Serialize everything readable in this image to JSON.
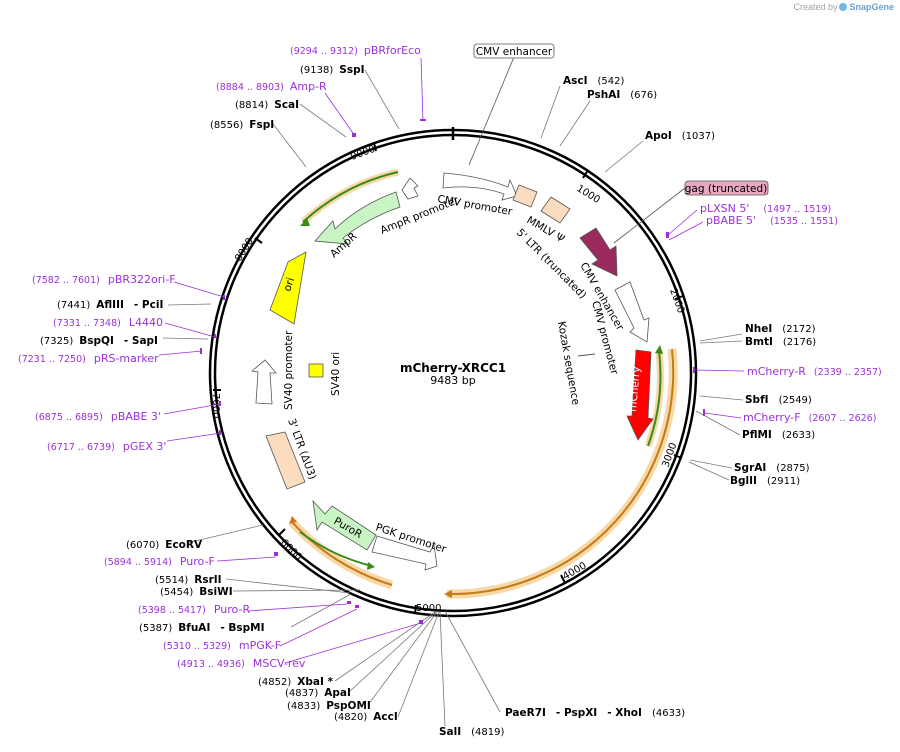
{
  "credit": {
    "prefix": "Created by",
    "brand": "SnapGene"
  },
  "plasmid": {
    "name": "mCherry-XRCC1",
    "size": "9483 bp",
    "length": 9483
  },
  "ticks": [
    "1000",
    "2000",
    "3000",
    "4000",
    "5000",
    "6000",
    "7000",
    "8000",
    "9000"
  ],
  "enzymes": [
    {
      "name": "AscI",
      "pos": "(542)"
    },
    {
      "name": "PshAI",
      "pos": "(676)"
    },
    {
      "name": "ApoI",
      "pos": "(1037)"
    },
    {
      "name": "NheI",
      "pos": "(2172)"
    },
    {
      "name": "BmtI",
      "pos": "(2176)"
    },
    {
      "name": "SbfI",
      "pos": "(2549)"
    },
    {
      "name": "PflMI",
      "pos": "(2633)"
    },
    {
      "name": "SgrAI",
      "pos": "(2875)"
    },
    {
      "name": "BglII",
      "pos": "(2911)"
    },
    {
      "name": "PaeR7I",
      "name2": "PspXI",
      "name3": "XhoI",
      "pos": "(4633)"
    },
    {
      "name": "SalI",
      "pos": "(4819)"
    },
    {
      "name": "AccI",
      "pos": "(4820)"
    },
    {
      "name": "PspOMI",
      "pos": "(4833)"
    },
    {
      "name": "ApaI",
      "pos": "(4837)"
    },
    {
      "name": "XbaI *",
      "pos": "(4852)"
    },
    {
      "name": "BfuAI",
      "name2": "BspMI",
      "pos": "(5387)"
    },
    {
      "name": "BsiWI",
      "pos": "(5454)"
    },
    {
      "name": "RsrII",
      "pos": "(5514)"
    },
    {
      "name": "EcoRV",
      "pos": "(6070)"
    },
    {
      "name": "BspQI",
      "name2": "SapI",
      "pos": "(7325)"
    },
    {
      "name": "AflIII",
      "name2": "PciI",
      "pos": "(7441)"
    },
    {
      "name": "FspI",
      "pos": "(8556)"
    },
    {
      "name": "ScaI",
      "pos": "(8814)"
    },
    {
      "name": "SspI",
      "pos": "(9138)"
    }
  ],
  "primers": [
    {
      "name": "pBRforEco",
      "pos": "(9294 .. 9312)"
    },
    {
      "name": "Amp-R",
      "pos": "(8884 .. 8903)"
    },
    {
      "name": "pLXSN 5'",
      "pos": "(1497 .. 1519)"
    },
    {
      "name": "pBABE 5'",
      "pos": "(1535 .. 1551)"
    },
    {
      "name": "mCherry-R",
      "pos": "(2339 .. 2357)"
    },
    {
      "name": "mCherry-F",
      "pos": "(2607 .. 2626)"
    },
    {
      "name": "pBR322ori-F",
      "pos": "(7582 .. 7601)"
    },
    {
      "name": "L4440",
      "pos": "(7331 .. 7348)"
    },
    {
      "name": "pRS-marker",
      "pos": "(7231 .. 7250)"
    },
    {
      "name": "pBABE 3'",
      "pos": "(6875 .. 6895)"
    },
    {
      "name": "pGEX 3'",
      "pos": "(6717 .. 6739)"
    },
    {
      "name": "Puro-F",
      "pos": "(5894 .. 5914)"
    },
    {
      "name": "Puro-R",
      "pos": "(5398 .. 5417)"
    },
    {
      "name": "mPGK-F",
      "pos": "(5310 .. 5329)"
    },
    {
      "name": "MSCV-rev",
      "pos": "(4913 .. 4936)"
    }
  ],
  "features": {
    "cmv_enhancer_top": "CMV enhancer",
    "gag": "gag (truncated)",
    "cmv_promoter_top": "CMV promoter",
    "mmlv": "MMLV Ψ",
    "ltr5": "5' LTR (truncated)",
    "cmv_enhancer": "CMV enhancer",
    "cmv_promoter": "CMV promoter",
    "kozak": "Kozak sequence",
    "mcherry": "mCherry",
    "ampr_promoter": "AmpR promoter",
    "ampr": "AmpR",
    "ori": "ori",
    "sv40_promoter": "SV40 promoter",
    "sv40_ori": "SV40 ori",
    "ltr3": "3' LTR (ΔU3)",
    "puror": "PuroR",
    "pgk": "PGK promoter"
  },
  "colors": {
    "primer": "#9b30d9",
    "ampr": "#c8f5c3",
    "ori": "#ffff00",
    "gag": "#9b2a5e",
    "ltr": "#fbdcbf",
    "mcherry": "#ff0000",
    "sv40ori": "#ffff00",
    "puror": "#c8f5c3",
    "orf": "#e5a23c",
    "orf_line": "#3a8a1a"
  }
}
